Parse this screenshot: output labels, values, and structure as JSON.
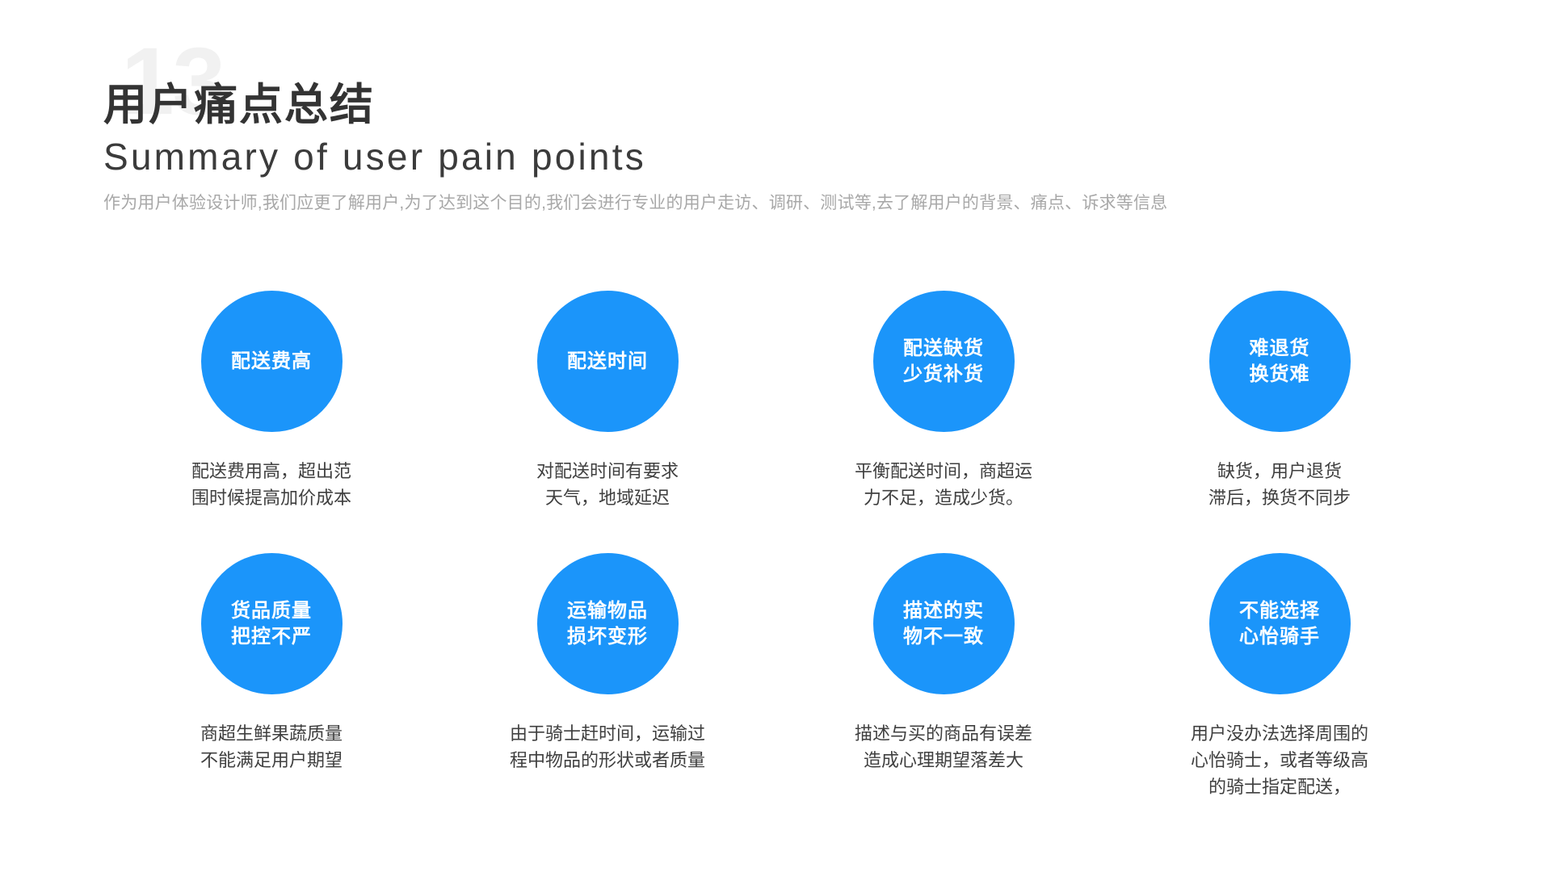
{
  "slide": {
    "number_watermark": "13",
    "title_cn": "用户痛点总结",
    "title_en": "Summary of user pain points",
    "subtitle": "作为用户体验设计师,我们应更了解用户,为了达到这个目的,我们会进行专业的用户走访、调研、测试等,去了解用户的背景、痛点、诉求等信息",
    "accent_color": "#1b95fa",
    "title_color": "#333333",
    "subtitle_color": "#a8a8a8",
    "caption_color": "#3f3f3f",
    "watermark_color": "#f1f1f1",
    "background_color": "#ffffff"
  },
  "pain_points": [
    {
      "bubble_lines": [
        "配送费高"
      ],
      "caption_lines": [
        "配送费用高，超出范",
        "围时候提高加价成本"
      ]
    },
    {
      "bubble_lines": [
        "配送时间"
      ],
      "caption_lines": [
        "对配送时间有要求",
        "天气，地域延迟"
      ]
    },
    {
      "bubble_lines": [
        "配送缺货",
        "少货补货"
      ],
      "caption_lines": [
        "平衡配送时间，商超运",
        "力不足，造成少货。"
      ]
    },
    {
      "bubble_lines": [
        "难退货",
        "换货难"
      ],
      "caption_lines": [
        "缺货，用户退货",
        "滞后，换货不同步"
      ]
    },
    {
      "bubble_lines": [
        "货品质量",
        "把控不严"
      ],
      "caption_lines": [
        "商超生鲜果蔬质量",
        "不能满足用户期望"
      ]
    },
    {
      "bubble_lines": [
        "运输物品",
        "损坏变形"
      ],
      "caption_lines": [
        "由于骑士赶时间，运输过",
        "程中物品的形状或者质量"
      ]
    },
    {
      "bubble_lines": [
        "描述的实",
        "物不一致"
      ],
      "caption_lines": [
        "描述与买的商品有误差",
        "造成心理期望落差大"
      ]
    },
    {
      "bubble_lines": [
        "不能选择",
        "心怡骑手"
      ],
      "caption_lines": [
        "用户没办法选择周围的",
        "心怡骑士，或者等级高",
        "的骑士指定配送，"
      ]
    }
  ]
}
